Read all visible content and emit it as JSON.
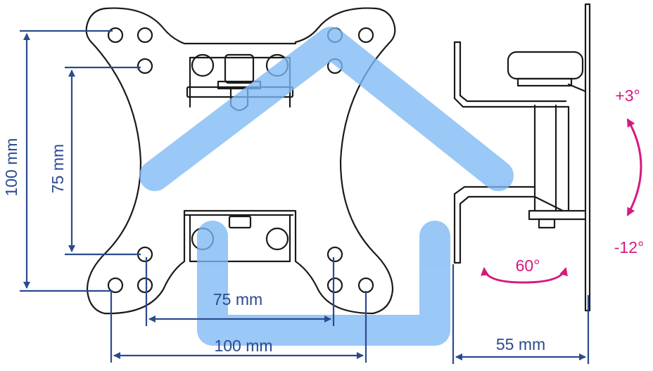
{
  "dimensions": {
    "outer_vertical": "100 mm",
    "inner_vertical": "75 mm",
    "inner_horizontal": "75 mm",
    "outer_horizontal": "100 mm",
    "depth": "55 mm"
  },
  "angles": {
    "tilt_up": "+3°",
    "tilt_down": "-12°",
    "swivel": "60°"
  },
  "colors": {
    "dimension": "#2b4a8e",
    "angle": "#d6197f",
    "logo": "#7db9f5",
    "outline": "#1a1a1a"
  },
  "logo": "house-logo"
}
